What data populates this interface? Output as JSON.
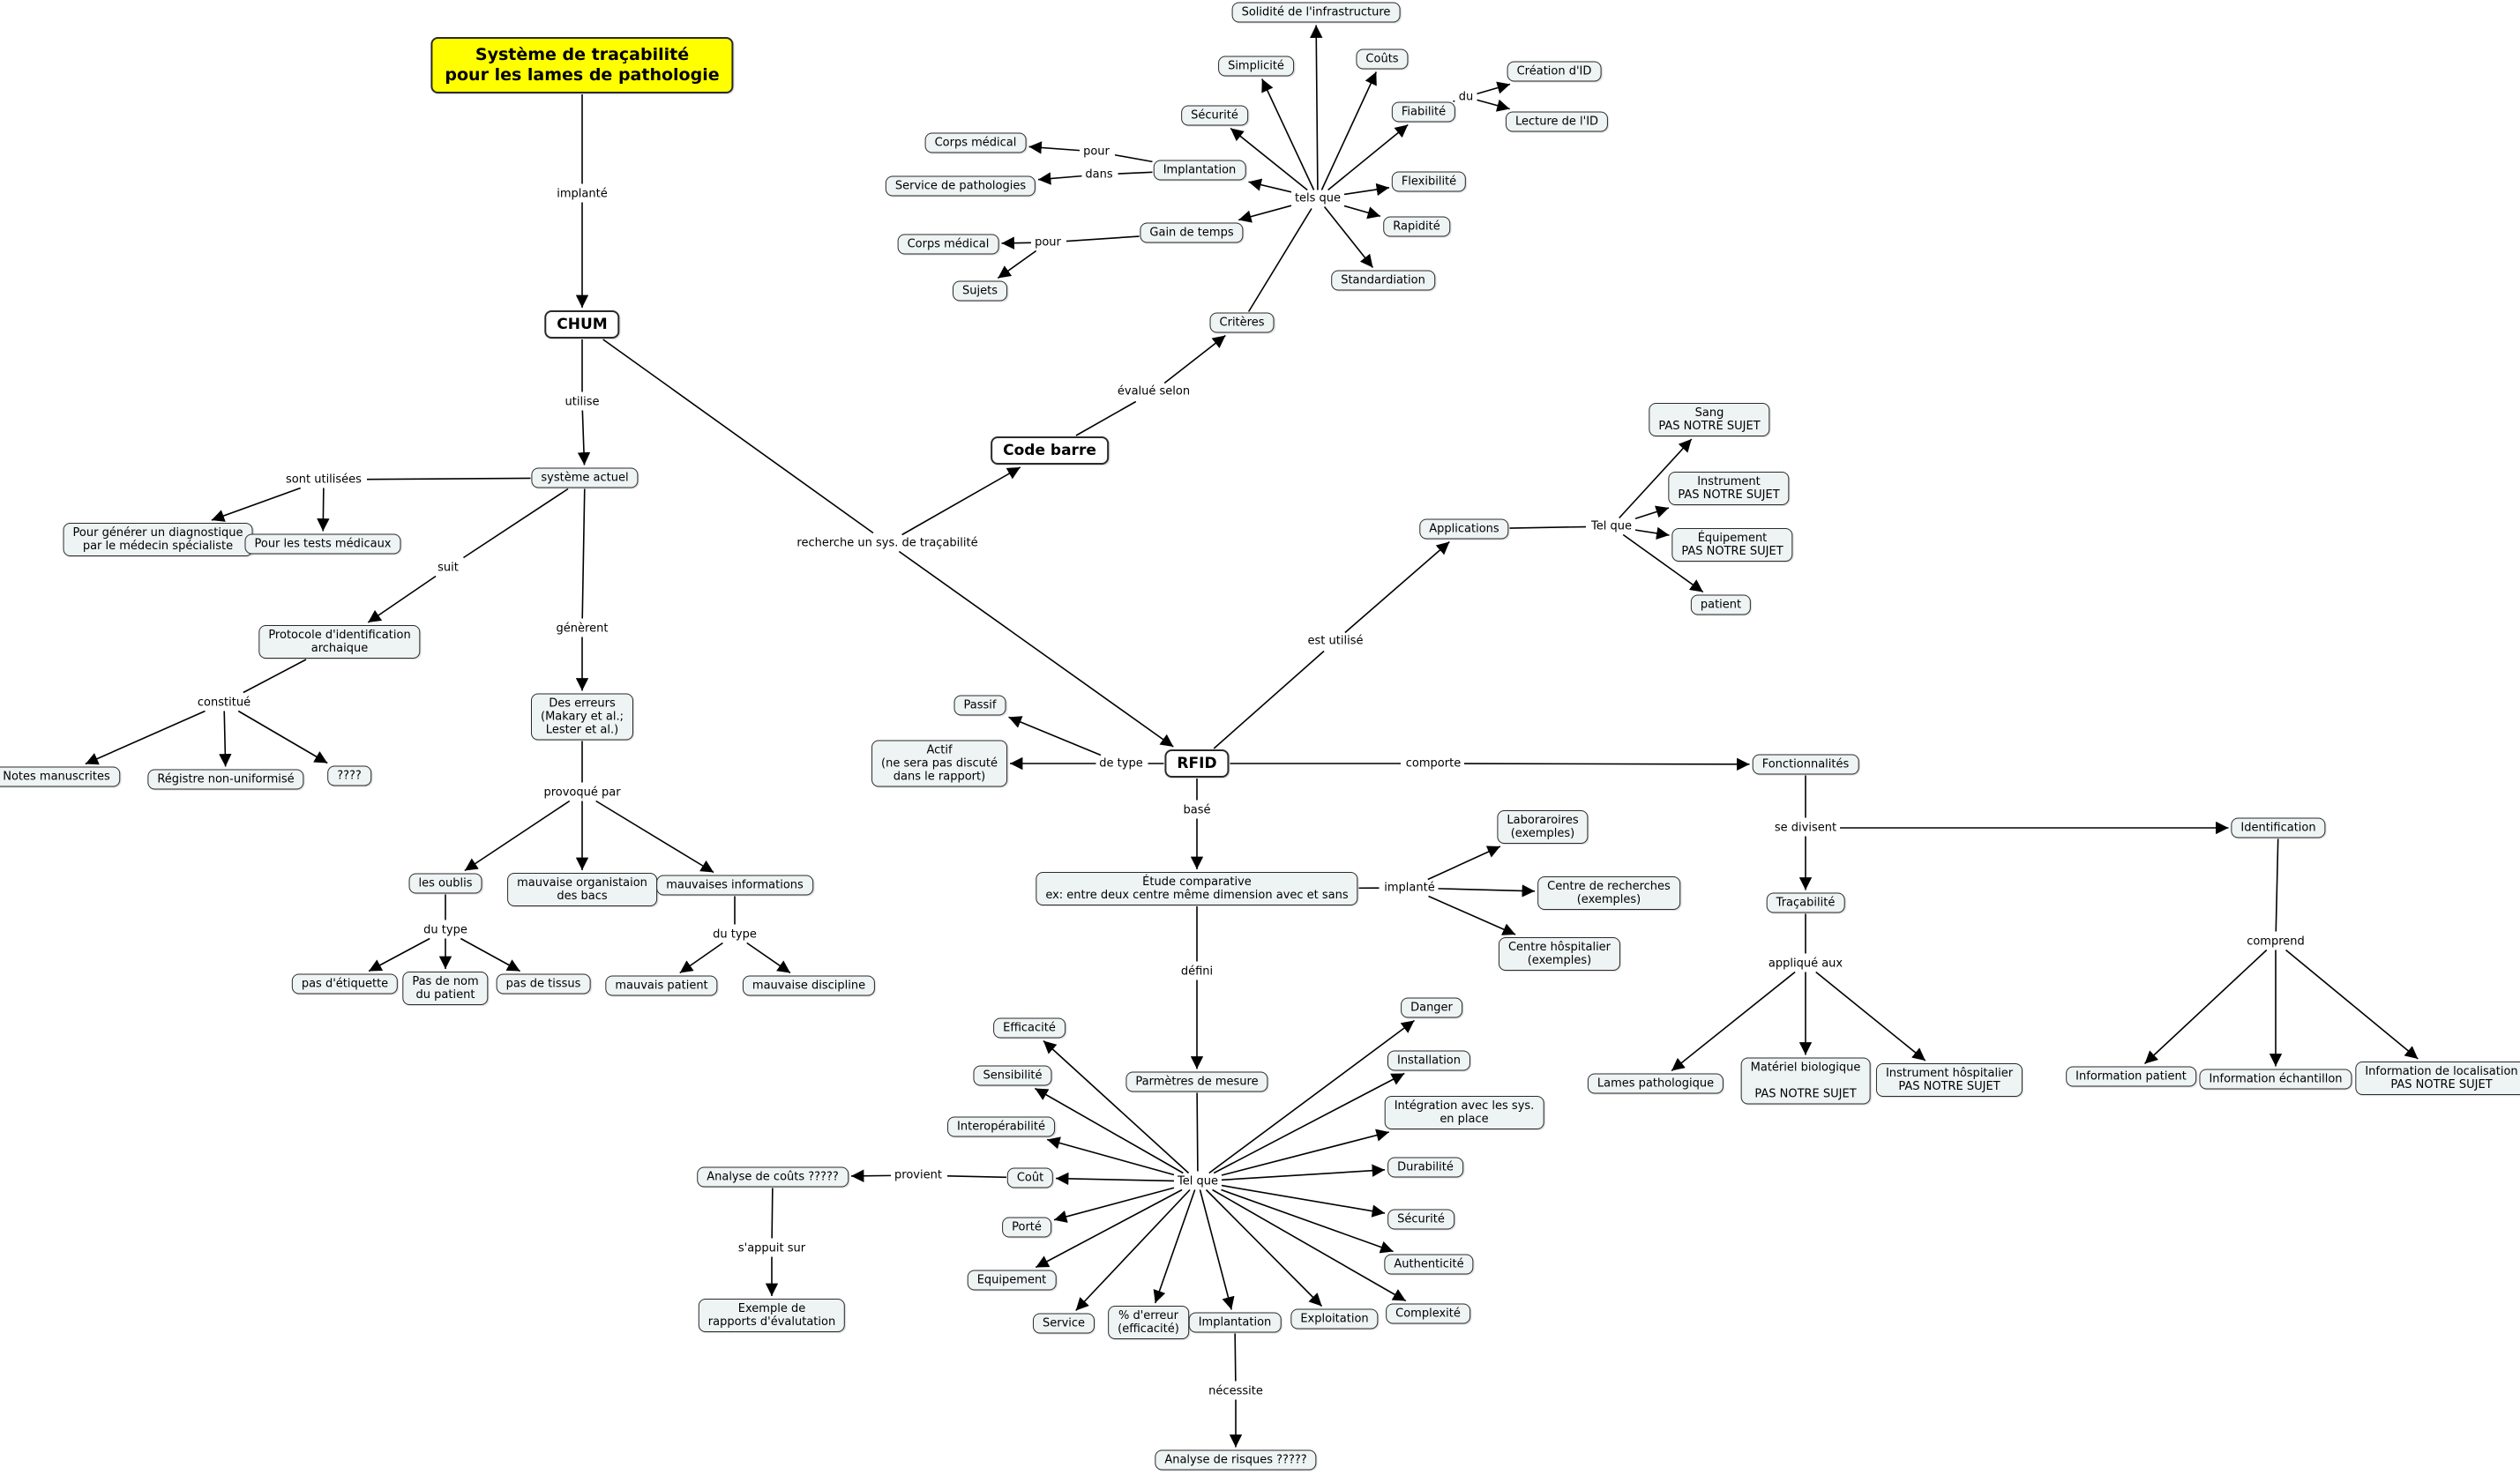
{
  "nodes": [
    {
      "id": "root",
      "label": "Système de traçabilité\npour les lames de pathologie",
      "kind": "root"
    },
    {
      "id": "chum",
      "label": "CHUM",
      "kind": "bold"
    },
    {
      "id": "sysact",
      "label": "système actuel"
    },
    {
      "id": "diag",
      "label": "Pour générer un diagnostique\npar le médecin spécialiste"
    },
    {
      "id": "tests",
      "label": "Pour les tests médicaux"
    },
    {
      "id": "proto",
      "label": "Protocole d'identification\narchaique"
    },
    {
      "id": "notes",
      "label": "Notes manuscrites"
    },
    {
      "id": "registre",
      "label": "Régistre non-uniformisé"
    },
    {
      "id": "qqqq",
      "label": "????"
    },
    {
      "id": "erreurs",
      "label": "Des erreurs\n(Makary et al.;\nLester et al.)"
    },
    {
      "id": "oublis",
      "label": "les oublis"
    },
    {
      "id": "orgbacs",
      "label": "mauvaise organistaion\ndes bacs"
    },
    {
      "id": "mauvinfo",
      "label": "mauvaises informations"
    },
    {
      "id": "etiquette",
      "label": "pas d'étiquette"
    },
    {
      "id": "nompat",
      "label": "Pas de nom\ndu patient"
    },
    {
      "id": "tissus",
      "label": "pas de tissus"
    },
    {
      "id": "mpatient",
      "label": "mauvais patient"
    },
    {
      "id": "mdisc",
      "label": "mauvaise discipline"
    },
    {
      "id": "codebarre",
      "label": "Code barre",
      "kind": "bold"
    },
    {
      "id": "criteres",
      "label": "Critères"
    },
    {
      "id": "solidite",
      "label": "Solidité de l'infrastructure"
    },
    {
      "id": "simplicite",
      "label": "Simplicité"
    },
    {
      "id": "couts",
      "label": "Coûts"
    },
    {
      "id": "securite1",
      "label": "Sécurité"
    },
    {
      "id": "fiabilite",
      "label": "Fiabilité"
    },
    {
      "id": "creation",
      "label": "Création d'ID"
    },
    {
      "id": "lecture",
      "label": "Lecture de l'ID"
    },
    {
      "id": "implantation1",
      "label": "Implantation"
    },
    {
      "id": "corpsmed1",
      "label": "Corps médical"
    },
    {
      "id": "servpath",
      "label": "Service de pathologies"
    },
    {
      "id": "flexibilite",
      "label": "Flexibilité"
    },
    {
      "id": "rapidite",
      "label": "Rapidité"
    },
    {
      "id": "gaintemps",
      "label": "Gain de temps"
    },
    {
      "id": "corpsmed2",
      "label": "Corps médical"
    },
    {
      "id": "sujets",
      "label": "Sujets"
    },
    {
      "id": "standard",
      "label": "Standardiation"
    },
    {
      "id": "rfid",
      "label": "RFID",
      "kind": "bold"
    },
    {
      "id": "passif",
      "label": "Passif"
    },
    {
      "id": "actif",
      "label": "Actif\n(ne sera pas discuté\ndans le rapport)"
    },
    {
      "id": "applications",
      "label": "Applications"
    },
    {
      "id": "sang",
      "label": "Sang\nPAS NOTRE SUJET"
    },
    {
      "id": "instrument",
      "label": "Instrument\nPAS NOTRE SUJET"
    },
    {
      "id": "equipement1",
      "label": "Équipement\nPAS NOTRE SUJET"
    },
    {
      "id": "patient1",
      "label": "patient"
    },
    {
      "id": "fonctions",
      "label": "Fonctionnalités"
    },
    {
      "id": "identification",
      "label": "Identification"
    },
    {
      "id": "tracabilite",
      "label": "Traçabilité"
    },
    {
      "id": "lames",
      "label": "Lames pathologique"
    },
    {
      "id": "materiel",
      "label": "Matériel biologique\n\nPAS NOTRE SUJET"
    },
    {
      "id": "instrhosp",
      "label": "Instrument hôspitalier\nPAS NOTRE SUJET"
    },
    {
      "id": "infopatient",
      "label": "Information patient"
    },
    {
      "id": "infoech",
      "label": "Information échantillon"
    },
    {
      "id": "infoloc",
      "label": "Information de localisation\nPAS NOTRE SUJET"
    },
    {
      "id": "etude",
      "label": "Étude comparative\nex: entre deux centre même dimension avec et sans"
    },
    {
      "id": "labo",
      "label": "Laboraroires\n(exemples)"
    },
    {
      "id": "centrerech",
      "label": "Centre de recherches\n(exemples)"
    },
    {
      "id": "centrehosp",
      "label": "Centre hôspitalier\n(exemples)"
    },
    {
      "id": "parametres",
      "label": "Parmètres de mesure"
    },
    {
      "id": "efficacite",
      "label": "Efficacité"
    },
    {
      "id": "sensibilite",
      "label": "Sensibilité"
    },
    {
      "id": "interop",
      "label": "Interopérabilité"
    },
    {
      "id": "cout",
      "label": "Coût"
    },
    {
      "id": "porte",
      "label": "Porté"
    },
    {
      "id": "equipement2",
      "label": "Equipement"
    },
    {
      "id": "service",
      "label": "Service"
    },
    {
      "id": "perreur",
      "label": "% d'erreur\n(efficacité)"
    },
    {
      "id": "implantation2",
      "label": "Implantation"
    },
    {
      "id": "exploitation",
      "label": "Exploitation"
    },
    {
      "id": "complexite",
      "label": "Complexité"
    },
    {
      "id": "authenticite",
      "label": "Authenticité"
    },
    {
      "id": "securite2",
      "label": "Sécurité"
    },
    {
      "id": "durabilite",
      "label": "Durabilité"
    },
    {
      "id": "integration",
      "label": "Intégration avec les sys.\nen place"
    },
    {
      "id": "installation",
      "label": "Installation"
    },
    {
      "id": "danger",
      "label": "Danger"
    },
    {
      "id": "analysecouts",
      "label": "Analyse de coûts ?????"
    },
    {
      "id": "exemple",
      "label": "Exemple de\nrapports d'évalutation"
    },
    {
      "id": "analyserisques",
      "label": "Analyse de risques ?????"
    }
  ],
  "links": [
    {
      "id": "l_implante",
      "label": "implanté"
    },
    {
      "id": "l_utilise",
      "label": "utilise"
    },
    {
      "id": "l_sontutil",
      "label": "sont utilisées"
    },
    {
      "id": "l_suit",
      "label": "suit"
    },
    {
      "id": "l_constitue",
      "label": "constitué"
    },
    {
      "id": "l_generent",
      "label": "génèrent"
    },
    {
      "id": "l_provoque",
      "label": "provoqué par"
    },
    {
      "id": "l_dutype1",
      "label": "du type"
    },
    {
      "id": "l_dutype2",
      "label": "du type"
    },
    {
      "id": "l_recherche",
      "label": "recherche un sys. de traçabilité"
    },
    {
      "id": "l_evalue",
      "label": "évalué selon"
    },
    {
      "id": "l_telsque",
      "label": "tels que"
    },
    {
      "id": "l_du",
      "label": "du"
    },
    {
      "id": "l_pour1",
      "label": "pour"
    },
    {
      "id": "l_dans",
      "label": "dans"
    },
    {
      "id": "l_pour2",
      "label": "pour"
    },
    {
      "id": "l_detype",
      "label": "de type"
    },
    {
      "id": "l_estutilise",
      "label": "est utilisé"
    },
    {
      "id": "l_telque1",
      "label": "Tel que"
    },
    {
      "id": "l_comporte",
      "label": "comporte"
    },
    {
      "id": "l_sedivisent",
      "label": "se divisent"
    },
    {
      "id": "l_applique",
      "label": "appliqué aux"
    },
    {
      "id": "l_comprend",
      "label": "comprend"
    },
    {
      "id": "l_base",
      "label": "basé"
    },
    {
      "id": "l_implante2",
      "label": "implanté"
    },
    {
      "id": "l_defini",
      "label": "défini"
    },
    {
      "id": "l_telque2",
      "label": "Tel que"
    },
    {
      "id": "l_provient",
      "label": "provient"
    },
    {
      "id": "l_sappuit",
      "label": "s'appuit sur"
    },
    {
      "id": "l_necessite",
      "label": "nécessite"
    }
  ],
  "edges": [
    [
      "root",
      "l_implante"
    ],
    [
      "l_implante",
      "chum"
    ],
    [
      "chum",
      "l_utilise"
    ],
    [
      "l_utilise",
      "sysact"
    ],
    [
      "sysact",
      "l_sontutil"
    ],
    [
      "l_sontutil",
      "diag"
    ],
    [
      "l_sontutil",
      "tests"
    ],
    [
      "sysact",
      "l_suit"
    ],
    [
      "l_suit",
      "proto"
    ],
    [
      "proto",
      "l_constitue"
    ],
    [
      "l_constitue",
      "notes"
    ],
    [
      "l_constitue",
      "registre"
    ],
    [
      "l_constitue",
      "qqqq"
    ],
    [
      "sysact",
      "l_generent"
    ],
    [
      "l_generent",
      "erreurs"
    ],
    [
      "erreurs",
      "l_provoque"
    ],
    [
      "l_provoque",
      "oublis"
    ],
    [
      "l_provoque",
      "orgbacs"
    ],
    [
      "l_provoque",
      "mauvinfo"
    ],
    [
      "oublis",
      "l_dutype1"
    ],
    [
      "l_dutype1",
      "etiquette"
    ],
    [
      "l_dutype1",
      "nompat"
    ],
    [
      "l_dutype1",
      "tissus"
    ],
    [
      "mauvinfo",
      "l_dutype2"
    ],
    [
      "l_dutype2",
      "mpatient"
    ],
    [
      "l_dutype2",
      "mdisc"
    ],
    [
      "chum",
      "l_recherche"
    ],
    [
      "l_recherche",
      "codebarre"
    ],
    [
      "l_recherche",
      "rfid"
    ],
    [
      "codebarre",
      "l_evalue"
    ],
    [
      "l_evalue",
      "criteres"
    ],
    [
      "criteres",
      "l_telsque"
    ],
    [
      "l_telsque",
      "solidite"
    ],
    [
      "l_telsque",
      "simplicite"
    ],
    [
      "l_telsque",
      "couts"
    ],
    [
      "l_telsque",
      "securite1"
    ],
    [
      "l_telsque",
      "fiabilite"
    ],
    [
      "l_telsque",
      "implantation1"
    ],
    [
      "l_telsque",
      "flexibilite"
    ],
    [
      "l_telsque",
      "rapidite"
    ],
    [
      "l_telsque",
      "gaintemps"
    ],
    [
      "l_telsque",
      "standard"
    ],
    [
      "fiabilite",
      "l_du"
    ],
    [
      "l_du",
      "creation"
    ],
    [
      "l_du",
      "lecture"
    ],
    [
      "implantation1",
      "l_pour1"
    ],
    [
      "l_pour1",
      "corpsmed1"
    ],
    [
      "implantation1",
      "l_dans"
    ],
    [
      "l_dans",
      "servpath"
    ],
    [
      "gaintemps",
      "l_pour2"
    ],
    [
      "l_pour2",
      "corpsmed2"
    ],
    [
      "l_pour2",
      "sujets"
    ],
    [
      "rfid",
      "l_detype"
    ],
    [
      "l_detype",
      "passif"
    ],
    [
      "l_detype",
      "actif"
    ],
    [
      "rfid",
      "l_estutilise"
    ],
    [
      "l_estutilise",
      "applications"
    ],
    [
      "applications",
      "l_telque1"
    ],
    [
      "l_telque1",
      "sang"
    ],
    [
      "l_telque1",
      "instrument"
    ],
    [
      "l_telque1",
      "equipement1"
    ],
    [
      "l_telque1",
      "patient1"
    ],
    [
      "rfid",
      "l_comporte"
    ],
    [
      "l_comporte",
      "fonctions"
    ],
    [
      "fonctions",
      "l_sedivisent"
    ],
    [
      "l_sedivisent",
      "tracabilite"
    ],
    [
      "l_sedivisent",
      "identification"
    ],
    [
      "tracabilite",
      "l_applique"
    ],
    [
      "l_applique",
      "lames"
    ],
    [
      "l_applique",
      "materiel"
    ],
    [
      "l_applique",
      "instrhosp"
    ],
    [
      "identification",
      "l_comprend"
    ],
    [
      "l_comprend",
      "infopatient"
    ],
    [
      "l_comprend",
      "infoech"
    ],
    [
      "l_comprend",
      "infoloc"
    ],
    [
      "rfid",
      "l_base"
    ],
    [
      "l_base",
      "etude"
    ],
    [
      "etude",
      "l_implante2"
    ],
    [
      "l_implante2",
      "labo"
    ],
    [
      "l_implante2",
      "centrerech"
    ],
    [
      "l_implante2",
      "centrehosp"
    ],
    [
      "etude",
      "l_defini"
    ],
    [
      "l_defini",
      "parametres"
    ],
    [
      "parametres",
      "l_telque2"
    ],
    [
      "l_telque2",
      "efficacite"
    ],
    [
      "l_telque2",
      "sensibilite"
    ],
    [
      "l_telque2",
      "interop"
    ],
    [
      "l_telque2",
      "cout"
    ],
    [
      "l_telque2",
      "porte"
    ],
    [
      "l_telque2",
      "equipement2"
    ],
    [
      "l_telque2",
      "service"
    ],
    [
      "l_telque2",
      "perreur"
    ],
    [
      "l_telque2",
      "implantation2"
    ],
    [
      "l_telque2",
      "exploitation"
    ],
    [
      "l_telque2",
      "complexite"
    ],
    [
      "l_telque2",
      "authenticite"
    ],
    [
      "l_telque2",
      "securite2"
    ],
    [
      "l_telque2",
      "durabilite"
    ],
    [
      "l_telque2",
      "integration"
    ],
    [
      "l_telque2",
      "installation"
    ],
    [
      "l_telque2",
      "danger"
    ],
    [
      "cout",
      "l_provient"
    ],
    [
      "l_provient",
      "analysecouts"
    ],
    [
      "analysecouts",
      "l_sappuit"
    ],
    [
      "l_sappuit",
      "exemple"
    ],
    [
      "implantation2",
      "l_necessite"
    ],
    [
      "l_necessite",
      "analyserisques"
    ]
  ]
}
